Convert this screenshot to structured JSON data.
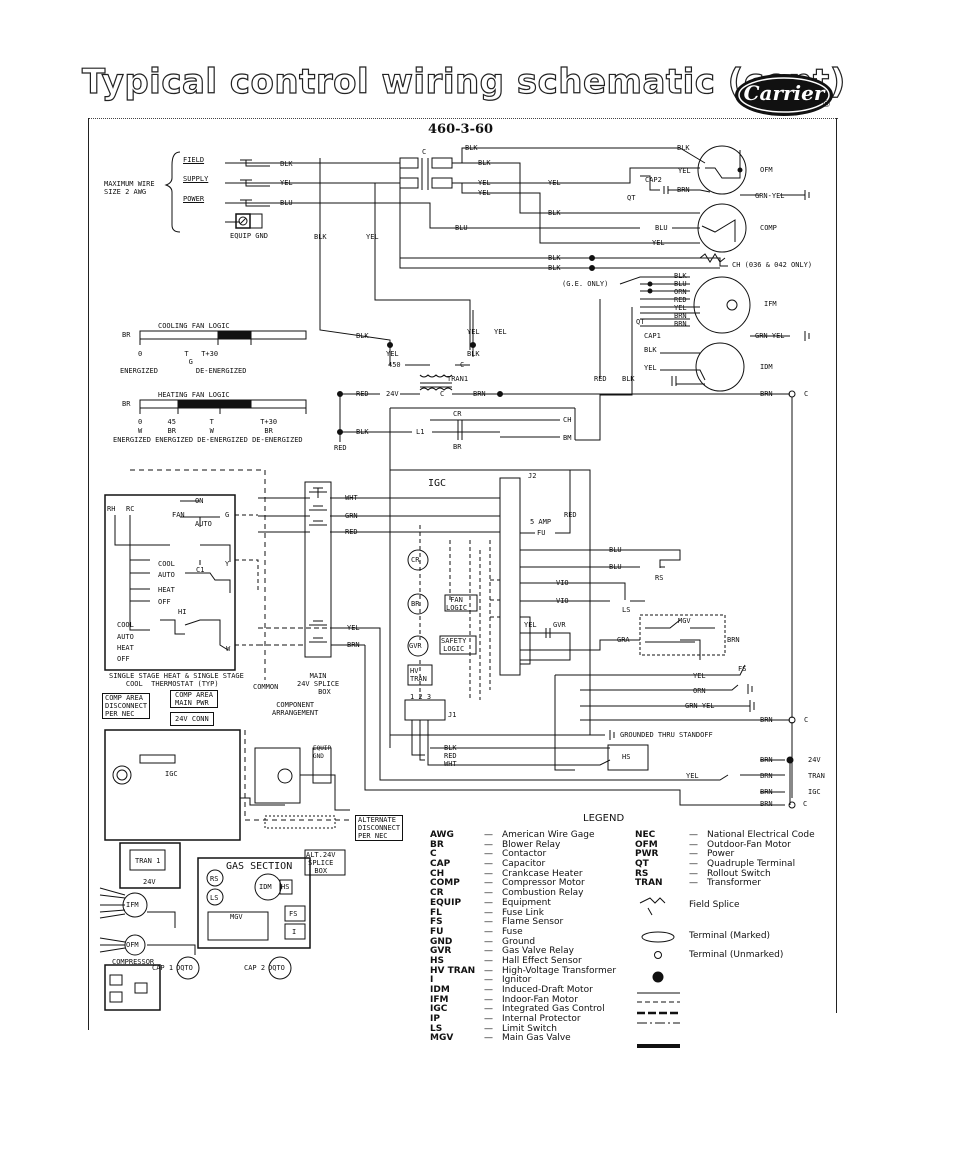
{
  "header": {
    "title": "Typical control wiring schematic (cont)",
    "brand": "Carrier",
    "registered": "®"
  },
  "model": "460-3-60",
  "power": {
    "max_wire": "MAXIMUM WIRE\nSIZE 2 AWG",
    "field": "FIELD",
    "supply": "SUPPLY",
    "power": "POWER",
    "equip_gnd": "EQUIP GND"
  },
  "wires": {
    "blk": "BLK",
    "yel": "YEL",
    "blu": "BLU",
    "red": "RED",
    "brn": "BRN",
    "wht": "WHT",
    "grn": "GRN",
    "orn": "ORN",
    "vio": "VIO",
    "gra": "GRA",
    "grn_yel": "GRN-YEL",
    "c": "C",
    "cr": "CR",
    "br": "BR",
    "v24": "24V",
    "tran": "TRAN",
    "igc": "IGC"
  },
  "components": {
    "ofm": "OFM",
    "comp": "COMP",
    "ifm": "IFM",
    "idm": "IDM",
    "cap2": "CAP2",
    "cap1": "CAP1",
    "qt": "QT",
    "ch": "CH (036 & 042 ONLY)",
    "ge_only": "(G.E. ONLY)",
    "tran1": "TRAN1",
    "igc_box": "IGC",
    "j2": "J2",
    "j1": "J1",
    "five_amp": "5 AMP",
    "fu": "FU",
    "fan_logic": "FAN\nLOGIC",
    "safety_logic": "SAFETY\nLOGIC",
    "hv_tran": "HV\nTRAN",
    "mgv": "MGV",
    "rs": "RS",
    "ls": "LS",
    "fs": "FS",
    "hs": "HS",
    "gvr": "GVR",
    "grounded": "GROUNDED THRU STANDOFF",
    "l1": "L1",
    "tp450": "450",
    "ch_term": "CH",
    "bm_term": "BM",
    "j1_pins": "1 2 3"
  },
  "fan_logic": {
    "cooling_title": "COOLING FAN LOGIC",
    "cooling_axis": "0          T   T+30",
    "cooling_sub": "            G",
    "cooling_states": "ENERGIZED         DE-ENERGIZED",
    "heating_title": "HEATING FAN LOGIC",
    "heating_axis": "0      45        T           T+30",
    "heating_sub": "W      BR        W            BR",
    "heating_states": "ENERGIZED ENERGIZED DE-ENERGIZED DE-ENERGIZED",
    "br": "BR"
  },
  "thermostat": {
    "rh": "RH",
    "rc": "RC",
    "on": "ON",
    "fan": "FAN",
    "auto": "AUTO",
    "g": "G",
    "cool": "COOL",
    "heat": "HEAT",
    "off": "OFF",
    "c1": "C1",
    "hi": "HI",
    "y": "Y",
    "w": "W",
    "caption": "SINGLE STAGE HEAT & SINGLE STAGE\n    COOL  THERMOSTAT (TYP)",
    "common": "COMMON",
    "main_box": "MAIN\n24V SPLICE\n   BOX",
    "comp_area_disc": "COMP AREA\nDISCONNECT\nPER NEC",
    "comp_area_main": "COMP AREA\nMAIN PWR",
    "v24_conn": "24V CONN",
    "component_arr": "COMPONENT\nARRANGEMENT"
  },
  "arrangement": {
    "igc": "IGC",
    "equip_gnd": "EQUIP\nGND",
    "alternate": "ALTERNATE\nDISCONNECT\nPER NEC",
    "alt_24v": "ALT.24V\nSPLICE\nBOX",
    "tran1": "TRAN 1",
    "v24": "24V",
    "gas_section": "GAS SECTION",
    "rs": "RS",
    "ls": "LS",
    "idm": "IDM",
    "hs": "HS",
    "mgv": "MGV",
    "fs": "FS",
    "i": "I",
    "ifm": "IFM",
    "ofm": "OFM",
    "compressor": "COMPRESSOR",
    "cap1": "CAP 1",
    "cap2": "CAP 2",
    "oqto": "OQTO"
  },
  "legend": {
    "title": "LEGEND",
    "left": [
      {
        "abbr": "AWG",
        "desc": "American Wire Gage"
      },
      {
        "abbr": "BR",
        "desc": "Blower Relay"
      },
      {
        "abbr": "C",
        "desc": "Contactor"
      },
      {
        "abbr": "CAP",
        "desc": "Capacitor"
      },
      {
        "abbr": "CH",
        "desc": "Crankcase Heater"
      },
      {
        "abbr": "COMP",
        "desc": "Compressor Motor"
      },
      {
        "abbr": "CR",
        "desc": "Combustion Relay"
      },
      {
        "abbr": "EQUIP",
        "desc": "Equipment"
      },
      {
        "abbr": "FL",
        "desc": "Fuse Link"
      },
      {
        "abbr": "FS",
        "desc": "Flame Sensor"
      },
      {
        "abbr": "FU",
        "desc": "Fuse"
      },
      {
        "abbr": "GND",
        "desc": "Ground"
      },
      {
        "abbr": "GVR",
        "desc": "Gas Valve Relay"
      },
      {
        "abbr": "HS",
        "desc": "Hall Effect Sensor"
      },
      {
        "abbr": "HV TRAN",
        "desc": "High-Voltage Transformer"
      },
      {
        "abbr": "I",
        "desc": "Ignitor"
      },
      {
        "abbr": "IDM",
        "desc": "Induced-Draft Motor"
      },
      {
        "abbr": "IFM",
        "desc": "Indoor-Fan Motor"
      },
      {
        "abbr": "IGC",
        "desc": "Integrated Gas Control"
      },
      {
        "abbr": "IP",
        "desc": "Internal Protector"
      },
      {
        "abbr": "LS",
        "desc": "Limit Switch"
      },
      {
        "abbr": "MGV",
        "desc": "Main Gas Valve"
      }
    ],
    "right": [
      {
        "abbr": "NEC",
        "desc": "National Electrical Code"
      },
      {
        "abbr": "OFM",
        "desc": "Outdoor-Fan Motor"
      },
      {
        "abbr": "PWR",
        "desc": "Power"
      },
      {
        "abbr": "QT",
        "desc": "Quadruple Terminal"
      },
      {
        "abbr": "RS",
        "desc": "Rollout Switch"
      },
      {
        "abbr": "TRAN",
        "desc": "Transformer"
      }
    ],
    "symbols": [
      "Field Splice",
      "Terminal (Marked)",
      "Terminal (Unmarked)"
    ],
    "dash": "—"
  }
}
